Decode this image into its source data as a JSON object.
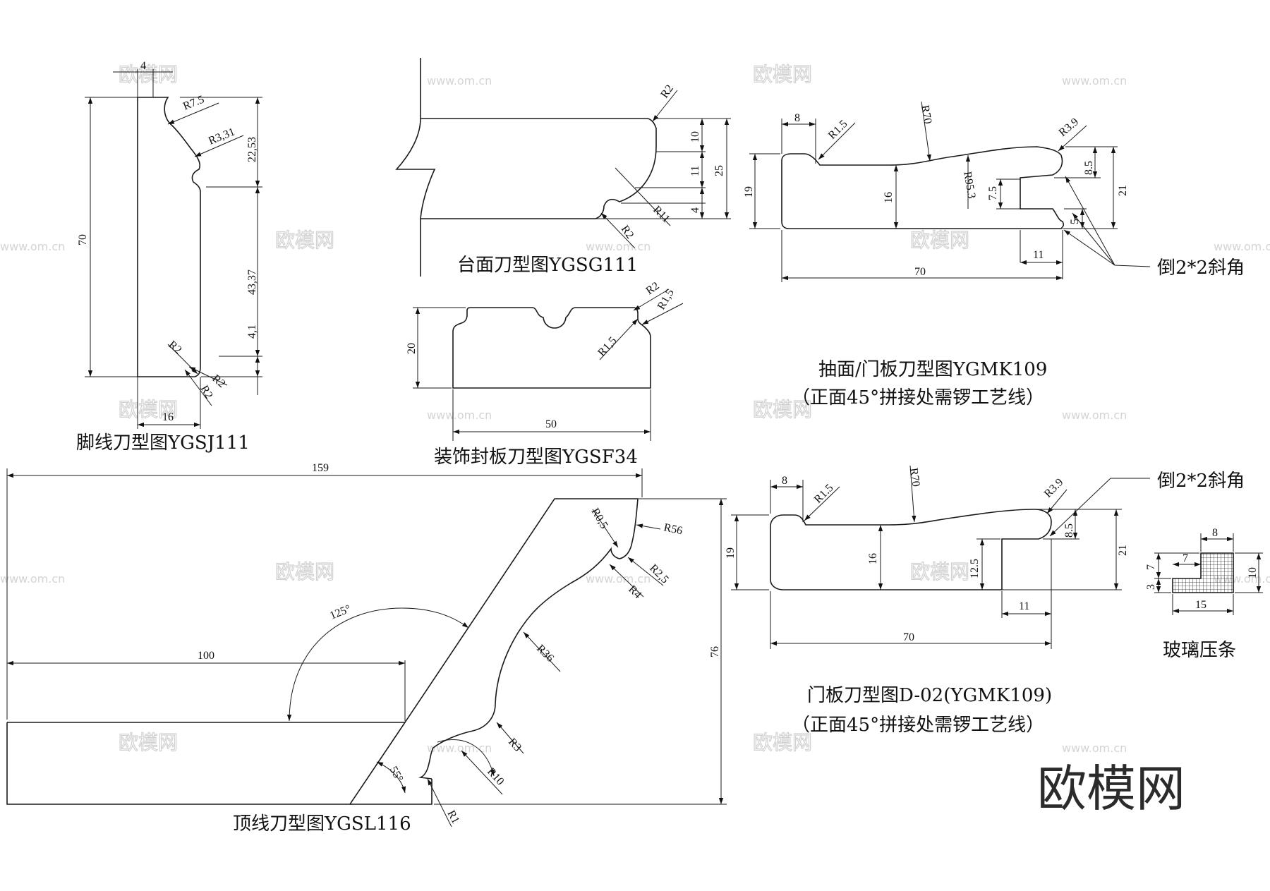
{
  "drawings": {
    "ygsj111": {
      "caption": "脚线刀型图YGSJ111",
      "dims": [
        "4",
        "R7.5",
        "R3,31",
        "22,53",
        "70",
        "43,37",
        "4,1",
        "R2",
        "R2",
        "R2",
        "16"
      ]
    },
    "ygsg111": {
      "caption": "台面刀型图YGSG111",
      "dims": [
        "R2",
        "10",
        "25",
        "11",
        "4",
        "R11",
        "R2"
      ]
    },
    "ygsf34": {
      "caption": "装饰封板刀型图YGSF34",
      "dims": [
        "R2",
        "R1,5",
        "R1,5",
        "20",
        "50"
      ]
    },
    "ygmk109": {
      "caption_line1": "抽面/门板刀型图YGMK109",
      "caption_line2": "（正面45°拼接处需锣工艺线）",
      "dims": [
        "8",
        "R1.5",
        "R70",
        "R3.9",
        "19",
        "16",
        "R95.3",
        "7.5",
        "8.5",
        "21",
        "5",
        "11",
        "70"
      ],
      "note": "倒2*2斜角"
    },
    "ygsl116": {
      "caption": "顶线刀型图YGSL116",
      "dims": [
        "159",
        "R0,5",
        "R56",
        "R2,5",
        "R4",
        "125°",
        "100",
        "R36",
        "76",
        "R3",
        "55°",
        "R10",
        "R1"
      ]
    },
    "d02": {
      "caption_line1": "门板刀型图D-02(YGMK109)",
      "caption_line2": "（正面45°拼接处需锣工艺线）",
      "dims": [
        "8",
        "R1.5",
        "R70",
        "R3.9",
        "8.5",
        "19",
        "16",
        "12.5",
        "21",
        "11",
        "70"
      ],
      "note": "倒2*2斜角"
    },
    "glass_bead": {
      "caption": "玻璃压条",
      "dims": [
        "8",
        "7",
        "7",
        "3",
        "10",
        "15"
      ]
    }
  },
  "watermarks": {
    "brand": "欧模网",
    "url": "www.om.cn"
  },
  "logo": "欧模网"
}
